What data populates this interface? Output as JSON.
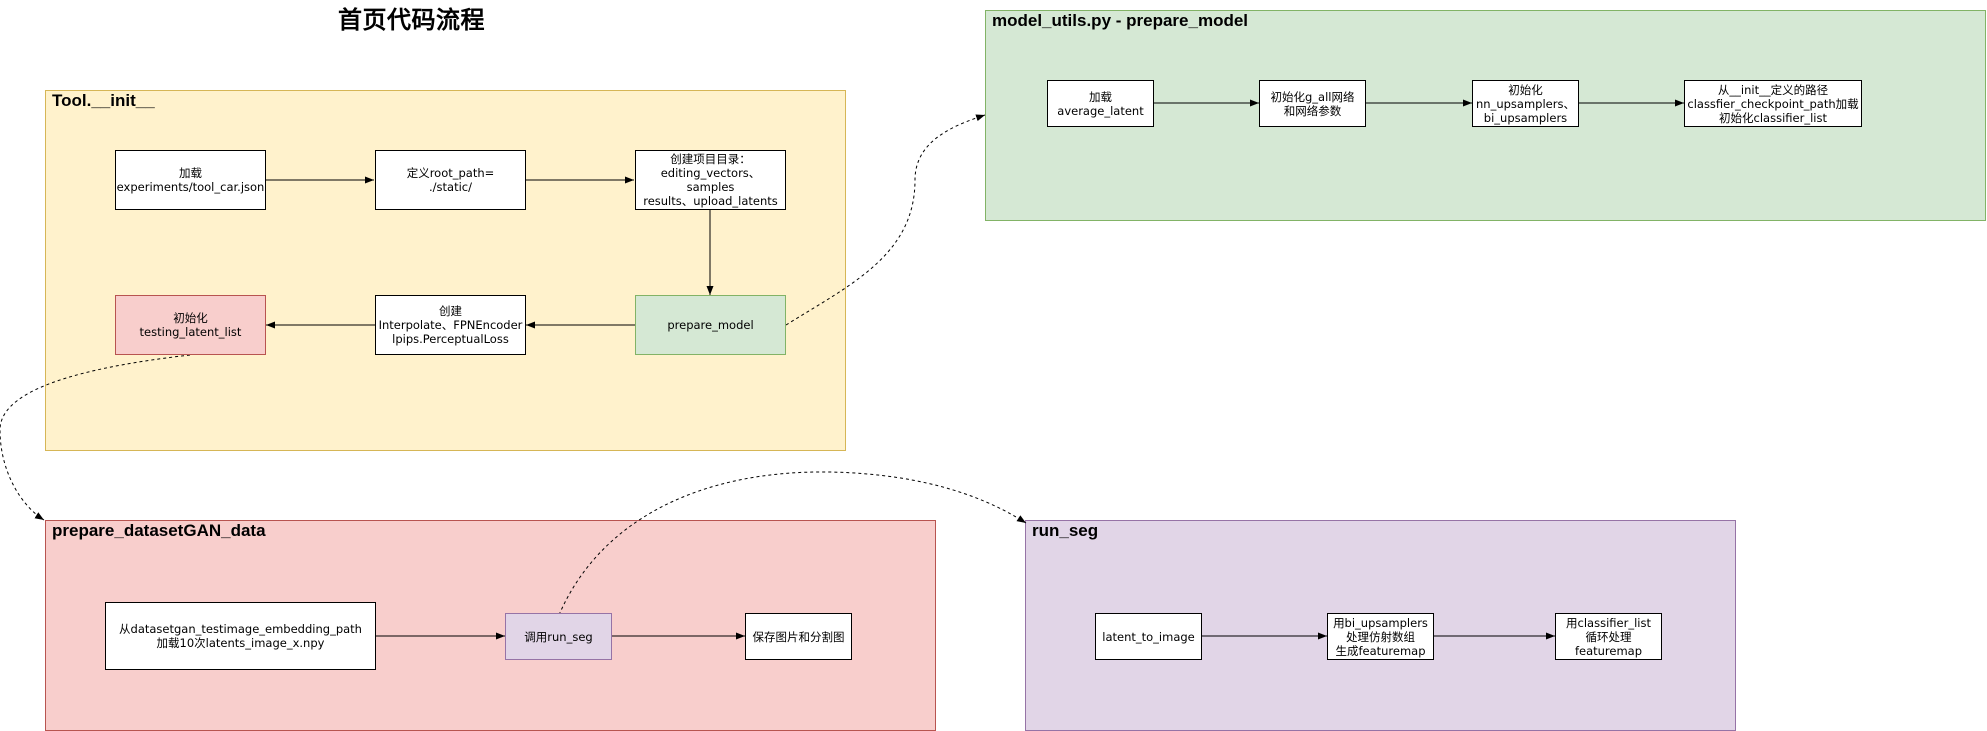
{
  "title": "首页代码流程",
  "groups": {
    "tool": "Tool.__init__",
    "model": "model_utils.py - prepare_model",
    "prep": "prepare_datasetGAN_data",
    "seg": "run_seg"
  },
  "nodes": {
    "load_config": "加载\nexperiments/tool_car.json",
    "root_path": "定义root_path=\n./static/",
    "create_dirs": "创建项目目录：\nediting_vectors、samples\nresults、upload_latents",
    "prepare_model": "prepare_model",
    "create_modules": "创建\nInterpolate、FPNEncoder\nlpips.PerceptualLoss",
    "init_testing_latent": "初始化\ntesting_latent_list",
    "load_average_latent": "加载average_latent",
    "init_g_all": "初始化g_all网络\n和网络参数",
    "init_upsamplers": "初始化\nnn_upsamplers、\nbi_upsamplers",
    "init_classifier": "从__init__定义的路径\nclassfier_checkpoint_path加载\n初始化classifier_list",
    "load_latents": "从datasetgan_testimage_embedding_path\n加载10次latents_image_x.npy",
    "call_run_seg": "调用run_seg",
    "save_images": "保存图片和分割图",
    "latent_to_image": "latent_to_image",
    "bi_upsample": "用bi_upsamplers\n处理仿射数组\n生成featuremap",
    "classifier_loop": "用classifier_list\n循环处理\nfeaturemap"
  }
}
